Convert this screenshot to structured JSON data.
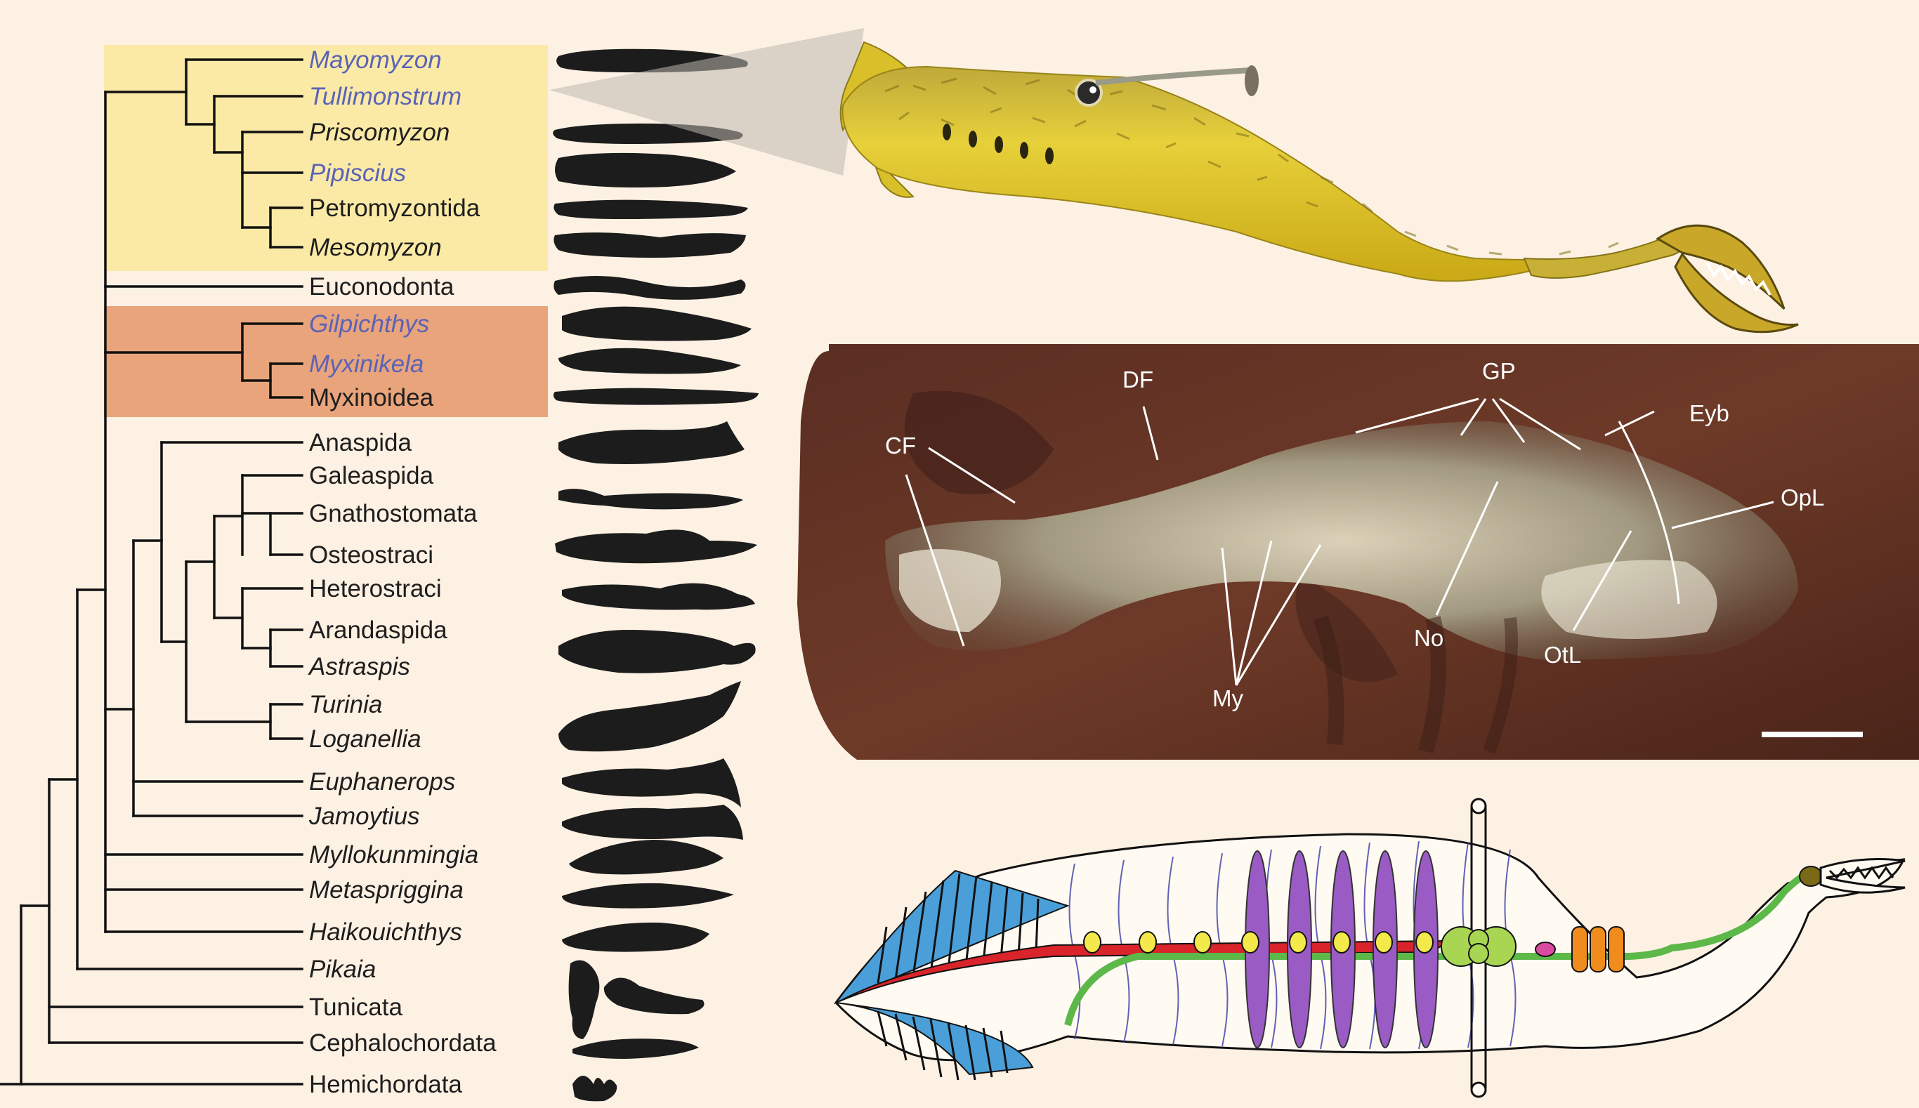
{
  "colors": {
    "background": "#fdf1e3",
    "lamprey_box": "#fbeaa6",
    "hagfish_box": "#e9a47b",
    "highlight_taxon": "#5a63b8",
    "normal_taxon": "#1e1e1e",
    "silhouette": "#1c1c1c",
    "fin_rays": "#4a9fd8",
    "notochord": "#d8242a",
    "gut": "#5db84a",
    "gill_pouches": "#9a5cc4",
    "gonad_spots": "#f4e94a",
    "brain": "#a8d653",
    "otic": "#d94aa0",
    "optic": "#f08c1e",
    "myomere_lines": "#3c3ca8"
  },
  "taxa": [
    {
      "name": "Mayomyzon",
      "italic": true,
      "highlight": true
    },
    {
      "name": "Tullimonstrum",
      "italic": true,
      "highlight": true
    },
    {
      "name": "Priscomyzon",
      "italic": true,
      "highlight": false
    },
    {
      "name": "Pipiscius",
      "italic": true,
      "highlight": true
    },
    {
      "name": "Petromyzontida",
      "italic": false,
      "highlight": false
    },
    {
      "name": "Mesomyzon",
      "italic": true,
      "highlight": false
    },
    {
      "name": "Euconodonta",
      "italic": false,
      "highlight": false
    },
    {
      "name": "Gilpichthys",
      "italic": true,
      "highlight": true
    },
    {
      "name": "Myxinikela",
      "italic": true,
      "highlight": true
    },
    {
      "name": "Myxinoidea",
      "italic": false,
      "highlight": false
    },
    {
      "name": "Anaspida",
      "italic": false,
      "highlight": false
    },
    {
      "name": "Galeaspida",
      "italic": false,
      "highlight": false
    },
    {
      "name": "Gnathostomata",
      "italic": false,
      "highlight": false
    },
    {
      "name": "Osteostraci",
      "italic": false,
      "highlight": false
    },
    {
      "name": "Heterostraci",
      "italic": false,
      "highlight": false
    },
    {
      "name": "Arandaspida",
      "italic": false,
      "highlight": false
    },
    {
      "name": "Astraspis",
      "italic": true,
      "highlight": false
    },
    {
      "name": "Turinia",
      "italic": true,
      "highlight": false
    },
    {
      "name": "Loganellia",
      "italic": true,
      "highlight": false
    },
    {
      "name": "Euphanerops",
      "italic": true,
      "highlight": false
    },
    {
      "name": "Jamoytius",
      "italic": true,
      "highlight": false
    },
    {
      "name": "Myllokunmingia",
      "italic": true,
      "highlight": false
    },
    {
      "name": "Metaspriggina",
      "italic": true,
      "highlight": false
    },
    {
      "name": "Haikouichthys",
      "italic": true,
      "highlight": false
    },
    {
      "name": "Pikaia",
      "italic": true,
      "highlight": false
    },
    {
      "name": "Tunicata",
      "italic": false,
      "highlight": false
    },
    {
      "name": "Cephalochordata",
      "italic": false,
      "highlight": false
    },
    {
      "name": "Hemichordata",
      "italic": false,
      "highlight": false
    }
  ],
  "photo_labels": {
    "cf": "CF",
    "df": "DF",
    "gp": "GP",
    "eyb": "Eyb",
    "opl": "OpL",
    "my": "My",
    "no": "No",
    "otl": "OtL"
  }
}
